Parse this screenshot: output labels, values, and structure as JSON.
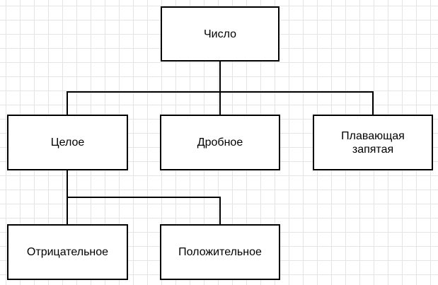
{
  "nodes": {
    "root": "Число",
    "integer": "Целое",
    "fraction": "Дробное",
    "floating": "Плавающая\nзапятая",
    "negative": "Отрицательное",
    "positive": "Положительное"
  },
  "edges": [
    [
      "root",
      "integer"
    ],
    [
      "root",
      "fraction"
    ],
    [
      "root",
      "floating"
    ],
    [
      "integer",
      "negative"
    ],
    [
      "integer",
      "positive"
    ]
  ],
  "colors": {
    "background": "#ffffff",
    "grid": "#e4e4e4",
    "stroke": "#000000"
  }
}
